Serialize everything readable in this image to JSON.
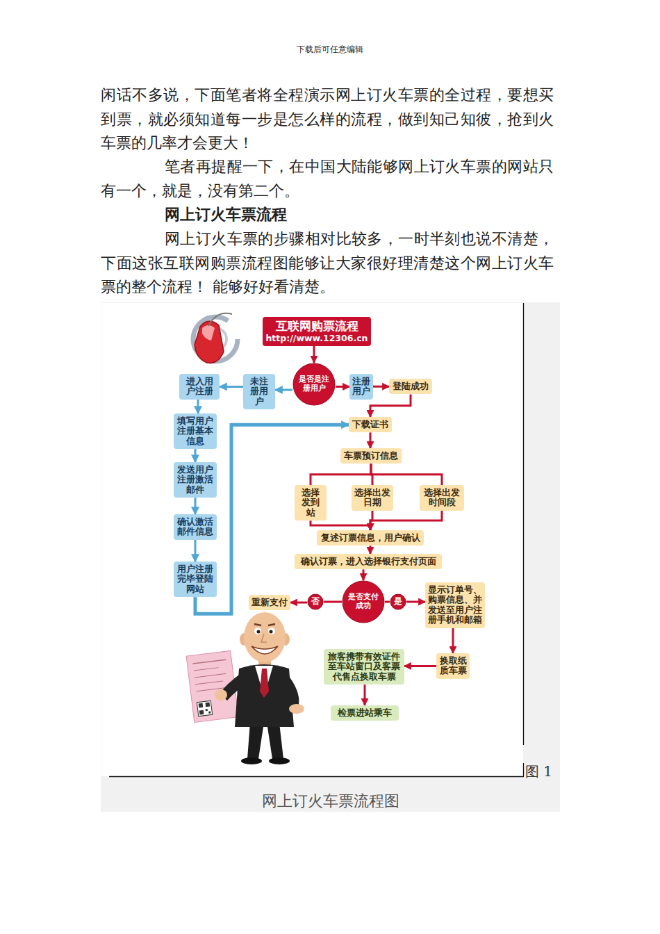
{
  "diagram": {
    "title": "网上订火车票流程",
    "caption": "网上订火车票流程图",
    "nodes": [
      {
        "text": [
          "互联网购票流程",
          "http://www.12306.cn"
        ]
      },
      {
        "text": [
          "是否是注册用户"
        ]
      },
      {
        "text": [
          "未注册用户"
        ]
      },
      {
        "text": [
          "进入用户注册"
        ]
      },
      {
        "text": [
          "注册用户"
        ]
      },
      {
        "text": [
          "登陆成功"
        ]
      },
      {
        "text": [
          "填写用户注册基本信息"
        ]
      },
      {
        "text": [
          "发送用户注册激活邮件"
        ]
      },
      {
        "text": [
          "确认激活邮件信息"
        ]
      },
      {
        "text": [
          "用户注册完毕登陆网站"
        ]
      },
      {
        "text": [
          "下载证书"
        ]
      },
      {
        "text": [
          "车票预订信息"
        ]
      },
      {
        "text": [
          "选择发到站"
        ]
      },
      {
        "text": [
          "选择出发日期"
        ]
      },
      {
        "text": [
          "选择出发时间段"
        ]
      },
      {
        "text": [
          "复述订票信息，用户确认"
        ]
      },
      {
        "text": [
          "确认订票，进入选择银行支付页面"
        ]
      },
      {
        "text": [
          "是否支付成功"
        ]
      },
      {
        "text": [
          "否"
        ]
      },
      {
        "text": [
          "重新支付"
        ]
      },
      {
        "text": [
          "是"
        ]
      },
      {
        "text": [
          "显示订单号、购票信息、并发送至用户注册手机和邮箱"
        ]
      },
      {
        "text": [
          "换取纸质车票"
        ]
      },
      {
        "text": [
          "旅客携带有效证件至车站窗口及客票代售点换取车票"
        ]
      },
      {
        "text": [
          "检票进站乘车"
        ]
      }
    ],
    "edges": [
      {
        "from": 0,
        "to": 1,
        "arrow": "to"
      },
      {
        "from": 1,
        "to": 2,
        "arrow": "to"
      },
      {
        "from": 2,
        "to": 3,
        "arrow": "to"
      },
      {
        "from": 1,
        "to": 4,
        "arrow": "to"
      },
      {
        "from": 4,
        "to": 5,
        "arrow": "to"
      },
      {
        "from": 5,
        "to": 10,
        "arrow": "to"
      },
      {
        "from": 3,
        "to": 6,
        "arrow": "to"
      },
      {
        "from": 6,
        "to": 7,
        "arrow": "to"
      },
      {
        "from": 7,
        "to": 8,
        "arrow": "to"
      },
      {
        "from": 8,
        "to": 9,
        "arrow": "to"
      },
      {
        "from": 9,
        "to": 10,
        "arrow": "to"
      },
      {
        "from": 10,
        "to": 11,
        "arrow": "to"
      },
      {
        "from": 11,
        "to": 12,
        "arrow": "none"
      },
      {
        "from": 11,
        "to": 13,
        "arrow": "none"
      },
      {
        "from": 11,
        "to": 14,
        "arrow": "none"
      },
      {
        "from": 12,
        "to": 15,
        "arrow": "to"
      },
      {
        "from": 13,
        "to": 15,
        "arrow": "to"
      },
      {
        "from": 14,
        "to": 15,
        "arrow": "to"
      },
      {
        "from": 15,
        "to": 16,
        "arrow": "to"
      },
      {
        "from": 16,
        "to": 17,
        "arrow": "to"
      },
      {
        "from": 17,
        "to": 18,
        "arrow": "none"
      },
      {
        "from": 18,
        "to": 19,
        "arrow": "to"
      },
      {
        "from": 17,
        "to": 20,
        "arrow": "none"
      },
      {
        "from": 20,
        "to": 21,
        "arrow": "to"
      },
      {
        "from": 21,
        "to": 22,
        "arrow": "to"
      },
      {
        "from": 22,
        "to": 23,
        "arrow": "to"
      },
      {
        "from": 23,
        "to": 24,
        "arrow": "to"
      }
    ],
    "labels": [
      "下载后可任意编辑",
      "闲话不多说，下面笔者将全程演示网上订火车票的全过程，要想买到票，就必须知道每一步是怎么样的流程，做到知己知彼，抢到火车票的几率才会更大！",
      "笔者再提醒一下，在中国大陆能够网上订火车票的网站只有一个，就是，没有第二个。",
      "网上订火车票的步骤相对比较多，一时半刻也说不清楚，下面这张互联网购票流程图能够让大家很好理清楚这个网上订火车票的整个流程！ 能够好好看清楚。",
      "图 1"
    ]
  }
}
